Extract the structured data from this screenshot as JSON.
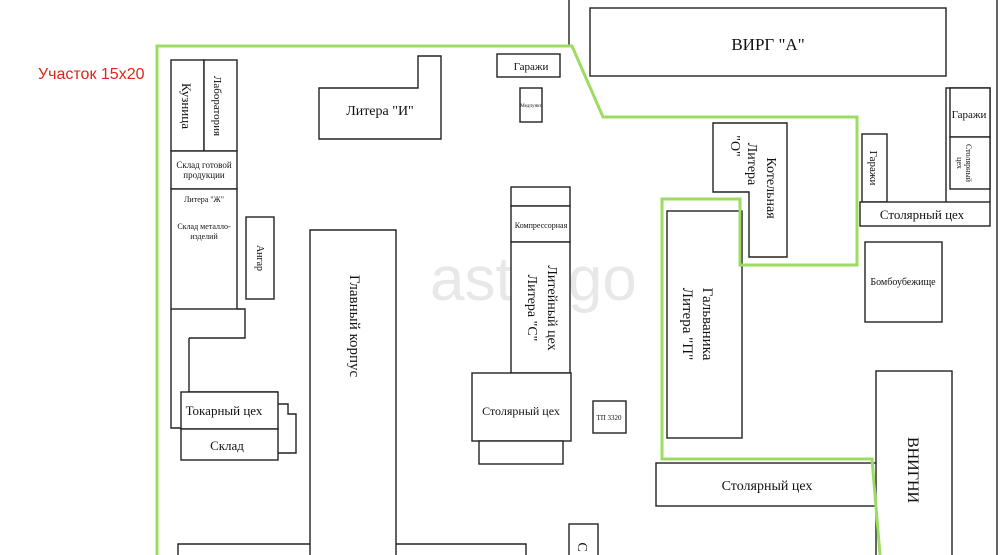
{
  "title": "Участок 15х20",
  "watermark": "astrego",
  "colors": {
    "boundary": "#9cdc62",
    "title": "#e0241b",
    "lines": "#222222"
  },
  "labels": {
    "virg_a": "ВИРГ \"А\"",
    "garages_top": "Гаражи",
    "medpunkt": "Медпункт",
    "litera_i": "Литера \"И\"",
    "kuznica": "Кузница",
    "laboratoriya": "Лаборатория",
    "sklad_gotovoy_1": "Склад готовой",
    "sklad_gotovoy_2": "продукции",
    "litera_zh": "Литера \"Ж\"",
    "sklad_metallo_1": "Склад металло-",
    "sklad_metallo_2": "изделий",
    "angar": "Ангар",
    "tokarny": "Токарный цех",
    "sklad": "Склад",
    "glavny": "Главный корпус",
    "kompressornaya": "Компрессорная",
    "liteyny_1": "Литейный цех",
    "liteyny_2": "Литера \"С\"",
    "stolyarny_center": "Столярный цех",
    "tp": "ТП 3320",
    "kotelnaya_1": "Котельная",
    "kotelnaya_2": "Литера",
    "kotelnaya_3": "\"О\"",
    "galvanika_1": "Гальваника",
    "galvanika_2": "Литера \"П\"",
    "garages_mid": "Гаражи",
    "garages_right": "Гаражи",
    "stolyarny_small_1": "Столярный",
    "stolyarny_small_2": "цех",
    "stolyarny_right": "Столярный цех",
    "bombo": "Бомбоубежище",
    "stolyarny_bottom": "Столярный цех",
    "vnigni": "ВНИГНИ",
    "bottom_c": "С"
  }
}
